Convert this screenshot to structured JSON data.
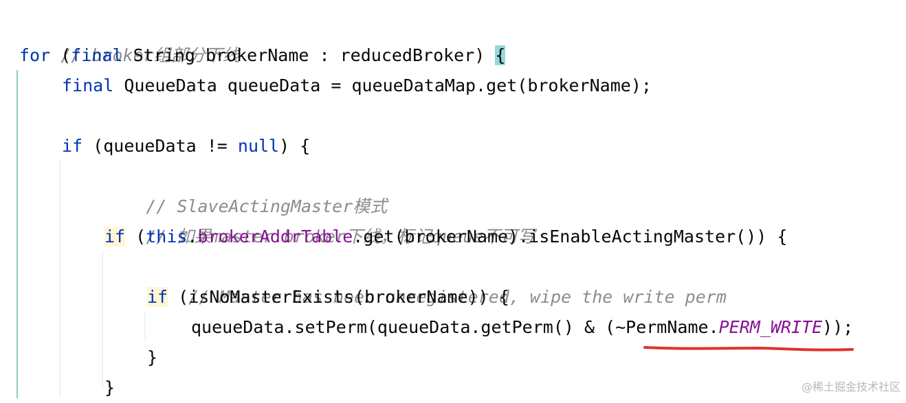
{
  "editor": {
    "lines": [
      {
        "comment": "// broker组部分下线"
      },
      {
        "kw": "for",
        "p1": " (",
        "kw2": "final",
        "p2": " String brokerName : reducedBroker) ",
        "brace": "{"
      },
      {
        "kw": "final",
        "rest": " QueueData queueData = queueDataMap.get(brokerName);"
      },
      {},
      {
        "kw": "if",
        "p1": " (queueData != ",
        "kw2": "null",
        "p2": ") {"
      },
      {
        "comment": "// SlaveActingMaster模式"
      },
      {
        "comment": "// 如果master broker下线，标记queue不可写"
      },
      {
        "kw": "if",
        "p1": " (",
        "kw2": "this",
        "dot": ".",
        "field": "brokerAddrTable",
        "p2": ".get(brokerName).isEnableActingMaster()) {"
      },
      {
        "comment": "// Master has been unregistered, wipe the write perm"
      },
      {
        "kw": "if",
        "rest": " (isNoMasterExists(brokerName)) {"
      },
      {
        "p1": "queueData.setPerm(queueData.getPerm() & (~PermName.",
        "const": "PERM_WRITE",
        "p2": "));"
      },
      {
        "rest": "}"
      },
      {
        "rest": "}"
      }
    ]
  },
  "watermark": "@稀土掘金技术社区",
  "colors": {
    "keyword": "#0033b3",
    "comment": "#8c8c8c",
    "field": "#871094",
    "brace_highlight": "#93d9d9",
    "underline": "#e0322c"
  }
}
